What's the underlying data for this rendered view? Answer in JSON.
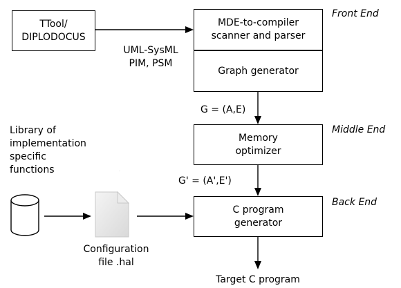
{
  "nodes": {
    "ttool": "TTool/\nDIPLODOCUS",
    "scanner": "MDE-to-compiler\nscanner and parser",
    "graph_gen": "Graph generator",
    "mem_opt": "Memory\noptimizer",
    "c_gen": "C program\ngenerator"
  },
  "labels": {
    "uml": "UML-SysML\nPIM, PSM",
    "g": "G = (A,E)",
    "gprime": "G' = (A',E')",
    "library": "Library of\nimplementation\nspecific\nfunctions",
    "config": "Configuration\nfile .hal",
    "target": "Target C program",
    "dot": "."
  },
  "stages": {
    "front": "Front End",
    "middle": "Middle End",
    "back": "Back End"
  },
  "icons": {
    "library": "database-cylinder-icon",
    "config": "document-file-icon"
  }
}
